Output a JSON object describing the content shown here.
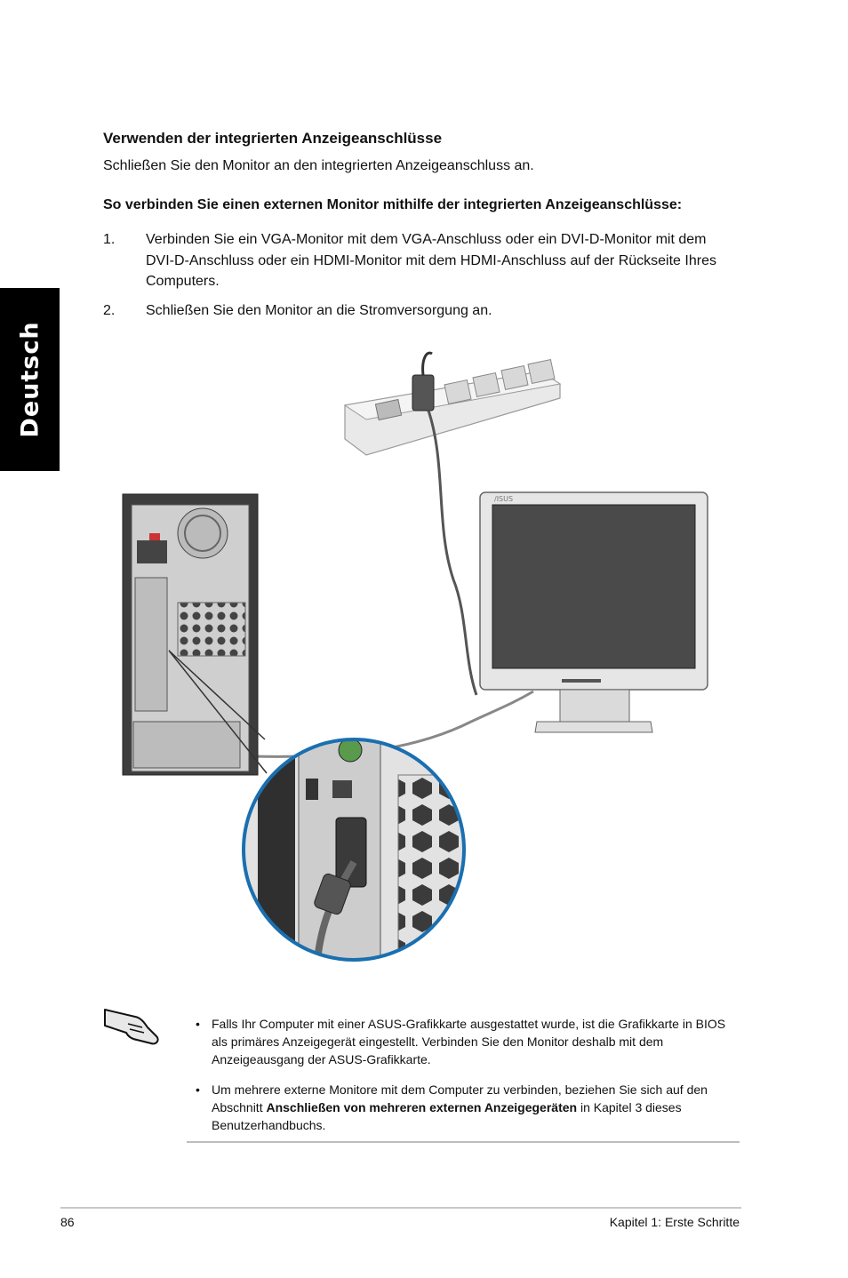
{
  "sidebar": {
    "language": "Deutsch"
  },
  "section": {
    "title": "Verwenden der integrierten Anzeigeanschlüsse",
    "intro": "Schließen Sie den Monitor an den integrierten Anzeigeanschluss an."
  },
  "procedure": {
    "title": "So verbinden Sie einen externen Monitor mithilfe der integrierten Anzeigeanschlüsse:",
    "steps": [
      {
        "num": "1.",
        "text": "Verbinden Sie ein VGA-Monitor mit dem VGA-Anschluss oder ein DVI-D-Monitor mit dem DVI-D-Anschluss oder ein HDMI-Monitor mit dem HDMI-Anschluss auf der Rückseite Ihres Computers."
      },
      {
        "num": "2.",
        "text": "Schließen Sie den Monitor an die Stromversorgung an."
      }
    ]
  },
  "figure": {
    "monitor_logo": "/ISUS",
    "icons": [
      "power-strip-icon",
      "pc-tower-rear-icon",
      "monitor-icon",
      "zoom-detail-icon",
      "note-hand-icon"
    ]
  },
  "notes": {
    "bullet": "•",
    "item1": "Falls Ihr Computer mit einer ASUS-Grafikkarte ausgestattet wurde, ist die Grafikkarte in BIOS als primäres Anzeigegerät eingestellt. Verbinden Sie den Monitor deshalb mit dem Anzeigeausgang der ASUS-Grafikkarte.",
    "item2_before": "Um mehrere externe Monitore mit dem Computer zu verbinden, beziehen Sie sich auf den Abschnitt ",
    "item2_bold": "Anschließen von mehreren externen Anzeigegeräten",
    "item2_after": " in Kapitel 3 dieses Benutzerhandbuchs."
  },
  "footer": {
    "page": "86",
    "chapter": "Kapitel 1: Erste Schritte"
  },
  "colors": {
    "sidebar_bg": "#000000",
    "rule": "#c8c8c8"
  }
}
